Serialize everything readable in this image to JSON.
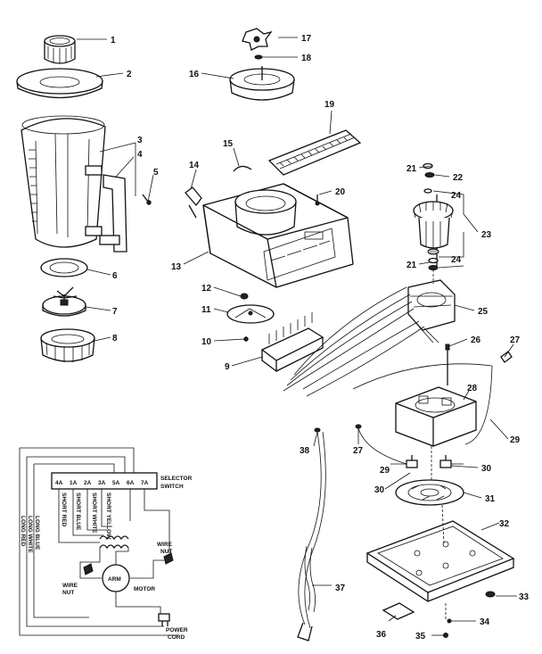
{
  "parts": [
    {
      "id": "part-1",
      "label": "1"
    },
    {
      "id": "part-2",
      "label": "2"
    },
    {
      "id": "part-3",
      "label": "3"
    },
    {
      "id": "part-4",
      "label": "4"
    },
    {
      "id": "part-5",
      "label": "5"
    },
    {
      "id": "part-6",
      "label": "6"
    },
    {
      "id": "part-7",
      "label": "7"
    },
    {
      "id": "part-8",
      "label": "8"
    },
    {
      "id": "part-9",
      "label": "9"
    },
    {
      "id": "part-10",
      "label": "10"
    },
    {
      "id": "part-11",
      "label": "11"
    },
    {
      "id": "part-12",
      "label": "12"
    },
    {
      "id": "part-13",
      "label": "13"
    },
    {
      "id": "part-14",
      "label": "14"
    },
    {
      "id": "part-15",
      "label": "15"
    },
    {
      "id": "part-16",
      "label": "16"
    },
    {
      "id": "part-17",
      "label": "17"
    },
    {
      "id": "part-18",
      "label": "18"
    },
    {
      "id": "part-19",
      "label": "19"
    },
    {
      "id": "part-20",
      "label": "20"
    },
    {
      "id": "part-21a",
      "label": "21"
    },
    {
      "id": "part-22",
      "label": "22"
    },
    {
      "id": "part-24a",
      "label": "24"
    },
    {
      "id": "part-23",
      "label": "23"
    },
    {
      "id": "part-21b",
      "label": "21"
    },
    {
      "id": "part-24b",
      "label": "24"
    },
    {
      "id": "part-25",
      "label": "25"
    },
    {
      "id": "part-26",
      "label": "26"
    },
    {
      "id": "part-27a",
      "label": "27"
    },
    {
      "id": "part-28",
      "label": "28"
    },
    {
      "id": "part-29a",
      "label": "29"
    },
    {
      "id": "part-27b",
      "label": "27"
    },
    {
      "id": "part-38",
      "label": "38"
    },
    {
      "id": "part-29b",
      "label": "29"
    },
    {
      "id": "part-30a",
      "label": "30"
    },
    {
      "id": "part-30b",
      "label": "30"
    },
    {
      "id": "part-31",
      "label": "31"
    },
    {
      "id": "part-32",
      "label": "32"
    },
    {
      "id": "part-37",
      "label": "37"
    },
    {
      "id": "part-33",
      "label": "33"
    },
    {
      "id": "part-34",
      "label": "34"
    },
    {
      "id": "part-35",
      "label": "35"
    },
    {
      "id": "part-36",
      "label": "36"
    }
  ],
  "wiring": {
    "selector_switch_label_1": "SELECTOR",
    "selector_switch_label_2": "SWITCH",
    "terminal_labels": [
      "4A",
      "1A",
      "2A",
      "3A",
      "5A",
      "6A",
      "7A"
    ],
    "wire_short_red": "SHORT RED",
    "wire_short_blue": "SHORT BLUE",
    "wire_short_white": "SHORT WHITE",
    "wire_short_yellow": "SHORT YELLOW",
    "wire_long_red": "LONG RED",
    "wire_long_white": "LONG WHITE",
    "wire_long_blue": "LONG BLUE",
    "wire_nut_left_1": "WIRE",
    "wire_nut_left_2": "NUT",
    "wire_nut_right_1": "WIRE",
    "wire_nut_right_2": "NUT",
    "armature_label": "ARM",
    "motor_label": "MOTOR",
    "power_cord_1": "POWER",
    "power_cord_2": "CORD"
  }
}
